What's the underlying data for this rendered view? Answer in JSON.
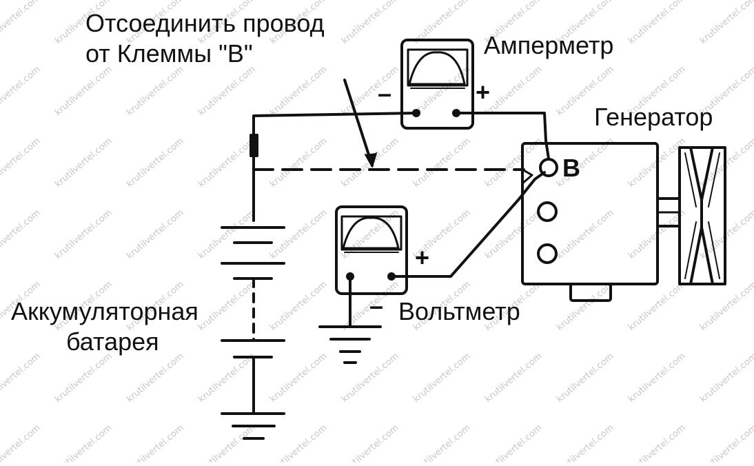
{
  "labels": {
    "disconnect_line1": "Отсоединить провод",
    "disconnect_line2": "от Клеммы \"B\"",
    "ammeter": "Амперметр",
    "generator": "Генератор",
    "terminal_b": "B",
    "voltmeter": "Вольтметр",
    "battery_line1": "Аккумуляторная",
    "battery_line2": "батарея",
    "ammeter_minus": "–",
    "ammeter_plus": "+",
    "voltmeter_plus": "+",
    "voltmeter_minus": "–"
  },
  "watermark": "krutilvertel.com",
  "colors": {
    "ink": "#111111",
    "watermark": "#c8c8c8",
    "background": "#ffffff"
  }
}
